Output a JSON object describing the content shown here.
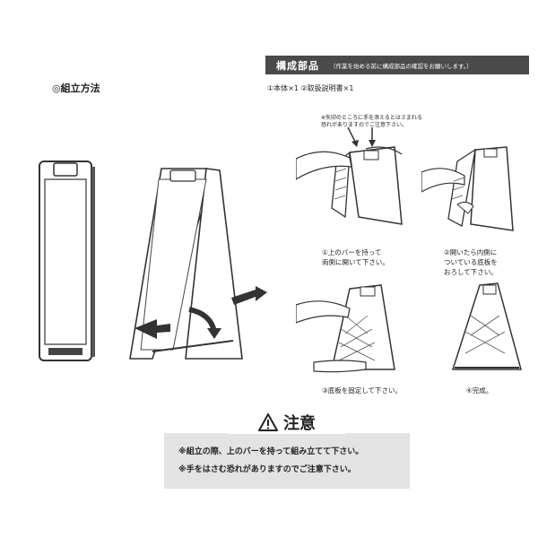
{
  "assembly_title": "◎組立方法",
  "parts_banner": {
    "title": "構成部品",
    "note": "（作業を始める前に構成部品の確認をお願いします。）"
  },
  "parts_list": "①本体×1 ②取扱説明書×1",
  "warning_note": [
    "※矢印のところに手を添えるとはさまれる",
    "恐れがありますのでご注意下さい。"
  ],
  "steps": {
    "step1": [
      "①上のバーを持って",
      "両側に開いて下さい。"
    ],
    "step2": [
      "②開いたら内側に",
      "ついている底板を",
      "おろして下さい。"
    ],
    "step3": "③底板を固定して下さい。",
    "step4": "④完成。"
  },
  "caution": {
    "title": "注意",
    "lines": [
      "※組立の際、上のバーを持って組み立てて下さい。",
      "※手をはさむ恐れがありますのでご注意下さい。"
    ]
  }
}
